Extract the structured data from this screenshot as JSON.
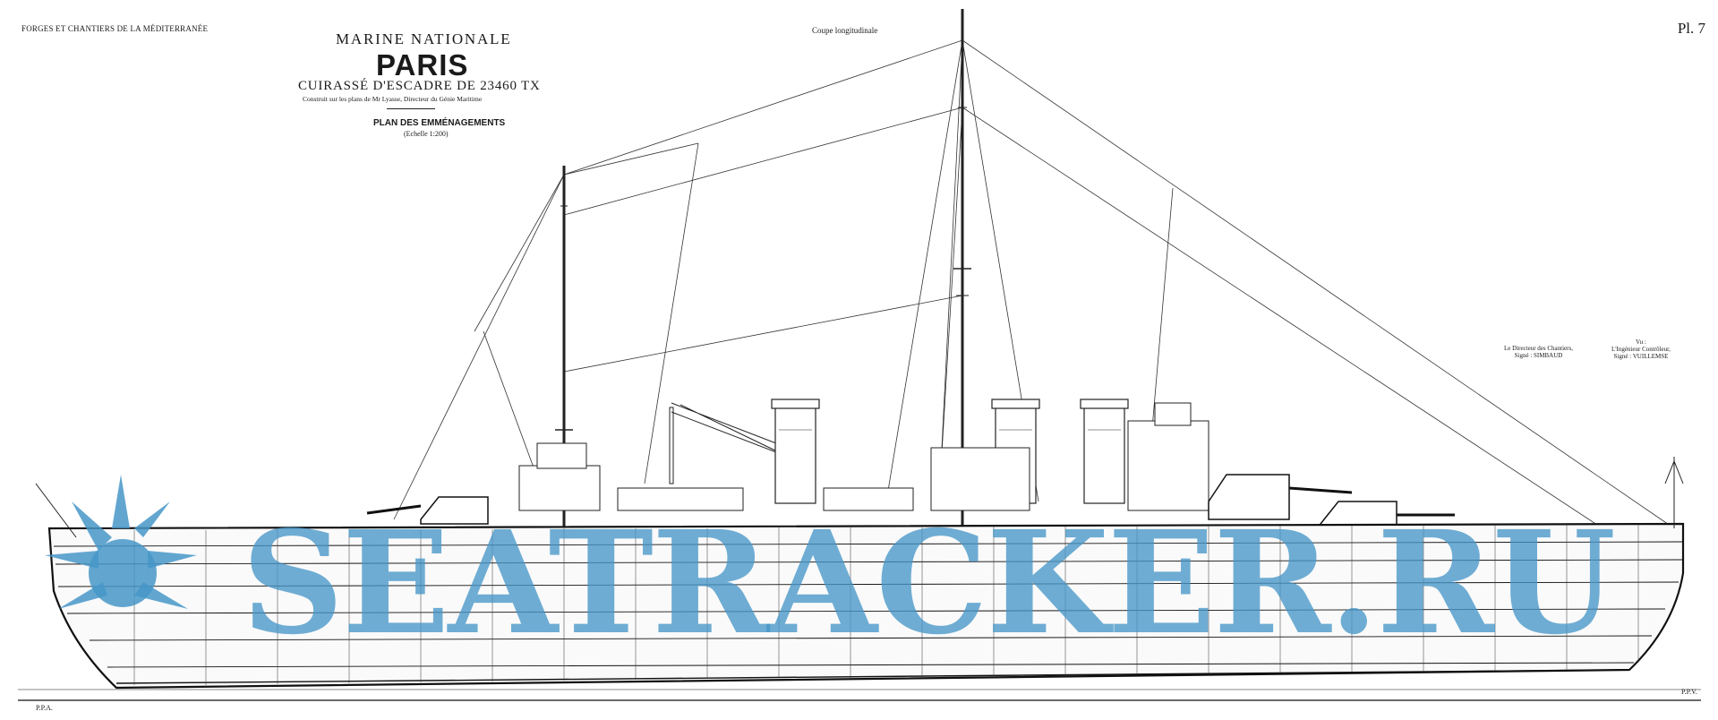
{
  "header": {
    "maker": "FORGES ET CHANTIERS DE LA MÉDITERRANÉE",
    "plate": "Pl. 7",
    "marine": "MARINE NATIONALE",
    "ship_name": "PARIS",
    "subtitle": "CUIRASSÉ D'ESCADRE DE 23460 TX",
    "builder_note": "Construit sur les plans de Mr Lyasse, Directeur du Génie Maritime",
    "plan_title": "PLAN DES EMMÉNAGEMENTS",
    "scale": "(Echelle 1:200)",
    "view": "Coupe longitudinale"
  },
  "signatures": {
    "left": "Le Directeur des Chantiers,\nSigné : SIMBAUD",
    "right": "Vu :\nL'Ingénieur Contrôleur,\nSigné : VUILLEMSE"
  },
  "markers": {
    "ppa": "P.P.A.",
    "ppv": "P.P.V."
  },
  "watermark": {
    "text": "SEATRACKER.RU",
    "color": "#4a97c8"
  },
  "colors": {
    "ink": "#1a1a1a",
    "paper": "#ffffff",
    "watermark": "#4a97c8"
  }
}
